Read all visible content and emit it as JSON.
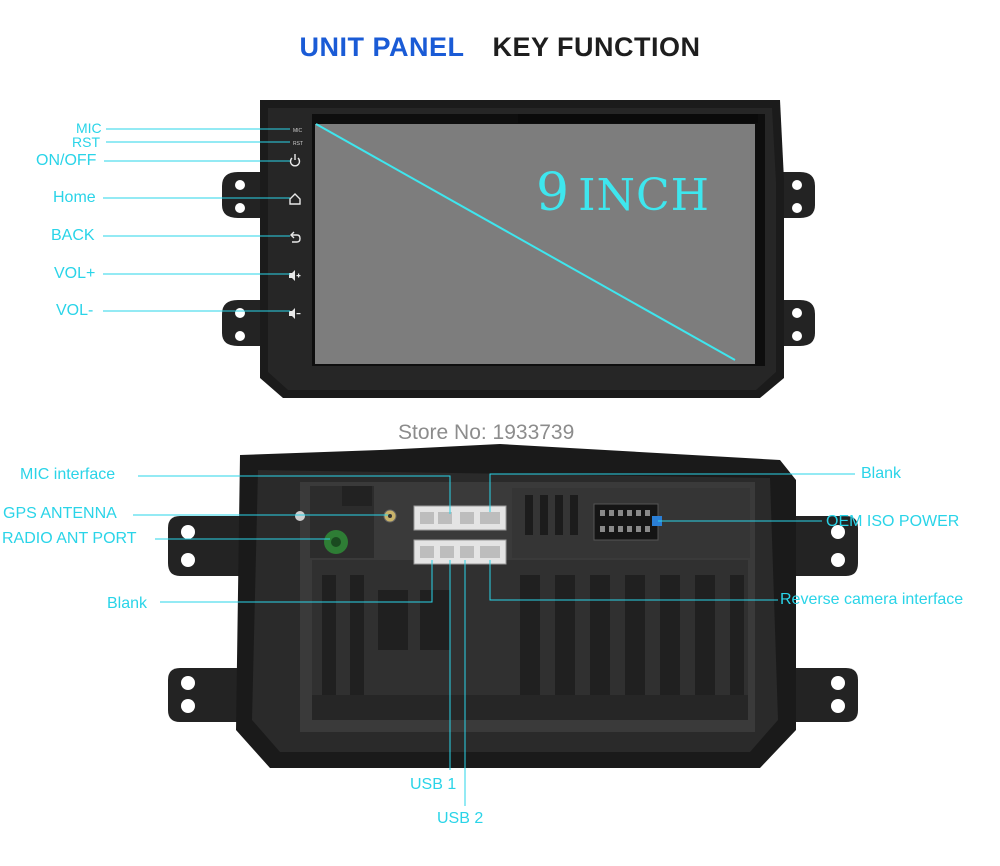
{
  "title": {
    "part1": "UNIT PANEL",
    "part2": "KEY FUNCTION"
  },
  "screen_size": {
    "number": "9",
    "unit": "INCH"
  },
  "store": "Store No: 1933739",
  "colors": {
    "label": "#2ad4e8",
    "title_blue": "#1a5bd6",
    "title_dark": "#1e1e1e",
    "panel": "#1c1c1c",
    "screen": "#7d7d7d"
  },
  "front_keys": [
    {
      "id": "mic",
      "label": "MIC",
      "icon": ""
    },
    {
      "id": "rst",
      "label": "RST",
      "icon": ""
    },
    {
      "id": "power",
      "label": "ON/OFF",
      "icon": "power-icon"
    },
    {
      "id": "home",
      "label": "Home",
      "icon": "home-icon"
    },
    {
      "id": "back",
      "label": "BACK",
      "icon": "back-arrow-icon"
    },
    {
      "id": "vol-up",
      "label": "VOL+",
      "icon": "volume-up-icon"
    },
    {
      "id": "vol-down",
      "label": "VOL-",
      "icon": "volume-down-icon"
    }
  ],
  "bezel_marks": {
    "mic": "MIC",
    "rst": "RST"
  },
  "rear_ports": [
    {
      "id": "mic-interface",
      "label": "MIC interface"
    },
    {
      "id": "gps-antenna",
      "label": "GPS ANTENNA"
    },
    {
      "id": "radio-ant-port",
      "label": "RADIO ANT PORT"
    },
    {
      "id": "blank-left",
      "label": "Blank"
    },
    {
      "id": "blank-right",
      "label": "Blank"
    },
    {
      "id": "oem-iso-power",
      "label": "OEM ISO POWER"
    },
    {
      "id": "reverse-camera",
      "label": "Reverse camera interface"
    },
    {
      "id": "usb1",
      "label": "USB 1"
    },
    {
      "id": "usb2",
      "label": "USB 2"
    }
  ]
}
